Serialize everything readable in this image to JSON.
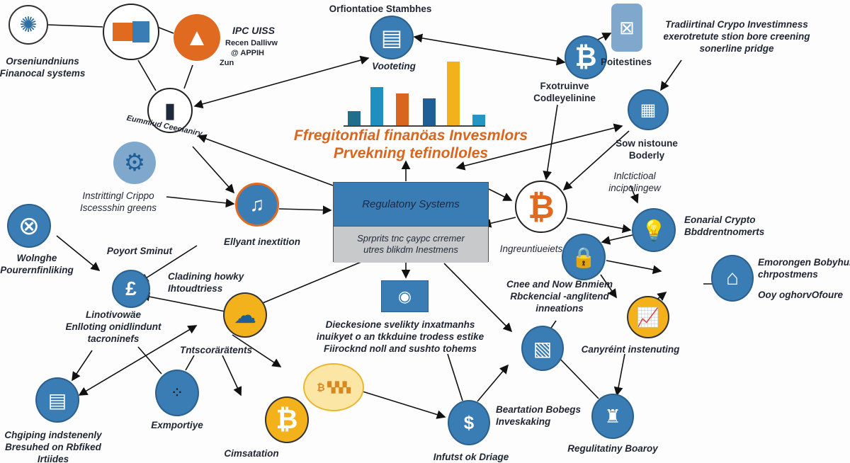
{
  "title": {
    "line1": "Ffregitonfial finanöas Invesmlors",
    "line2": "Prvekning tefinolloles",
    "color": "#d9661f"
  },
  "central_box": {
    "title": "Regulatony Systems",
    "body_line1": "Sprprits tnc çaypc crremer",
    "body_line2": "utres blikdm Inestmens",
    "top_color": "#3a7cb4",
    "bottom_color": "#c8c9cb"
  },
  "bar_chart": {
    "colors": [
      "#1f6f8b",
      "#1f8fc0",
      "#d9661f",
      "#1d5f96",
      "#f3b21b",
      "#2496c4"
    ],
    "relative_heights": [
      0.22,
      0.6,
      0.5,
      0.42,
      1.0,
      0.17
    ]
  },
  "labels": {
    "financial_systems": [
      "Orseniundniuns",
      "Finanocal systems"
    ],
    "ipc": "IPC UISS",
    "ipc_sub": [
      "Recen Dallivw",
      "@   APPIH",
      "Zun"
    ],
    "map_node": "Eummiud Ceeclaniry",
    "orientation": "Orfiontatioe Stambhes",
    "vooteting": "Vooteting",
    "instritting": [
      "Instrittingl Crippo",
      "Iscessshin greens"
    ],
    "ellyant": "Ellyant inextition",
    "wolnghe": [
      "Wolnghe",
      "Pourernfinliking"
    ],
    "poyort": "Poyort Sminut",
    "linotivowae": [
      "Linotivowäe",
      "Enlloting onidlindunt",
      "tacroninefs"
    ],
    "cladining": [
      "Cladining howky",
      "Ihtoudtriess"
    ],
    "tntscor": "Tntscorärätents",
    "chgiping": [
      "Chgiping indstenenly",
      "Bresuhed on Rbfiked",
      "Irtiides"
    ],
    "exmportiye": "Exmportiye",
    "cimsatation": "Cimsatation",
    "dieckesione": [
      "Dieckesione svelikty inxatmanhs",
      "inuikyet o an tkkduine trodess estike",
      "Fiirocknd noll and sushto tohems"
    ],
    "fxotruinve": [
      "Fxotruinve",
      "Codleyelinine"
    ],
    "poitestines": "Poitestines",
    "traditional": [
      "Tradiirtinal Crypo Investimness",
      "exerotretute stion bore creening",
      "sonerline pridge"
    ],
    "sow": [
      "Sow nistoune",
      "Boderly"
    ],
    "inlctictioal": [
      "Inlctictioal",
      "incipolingew"
    ],
    "eonarial": [
      "Eonarial Crypto",
      "Bbddrentnomerts"
    ],
    "ingreunt": "Ingreuntiueiets",
    "emorongen": [
      "Emorongen Bobyhur",
      "chrpostmens"
    ],
    "ooy": "Ooy oghorvOfoure",
    "cnee": [
      "Cnee and Now Bnmiem",
      "Rbckencial -anglitend",
      "inneations"
    ],
    "canyreint": "Canyréint instenuting",
    "beartation": [
      "Beartation Bobegs",
      "Inveskaking"
    ],
    "infutst": "Infutst ok Driage",
    "regulitatiny": "Regulitatiny Boaroy"
  },
  "icons": [
    "compass-icon",
    "puzzle-document-icon",
    "triangle-icon",
    "map-icon",
    "gear-heart-icon",
    "music-presentation-icon",
    "wheel-icon",
    "pound-icon",
    "cloud-icon",
    "document-icon",
    "molecule-icon",
    "bitcoin-icon",
    "gold-badge-icon",
    "document-list-icon",
    "container-icon",
    "grid-icon",
    "lightbulb-icon",
    "lock-icon",
    "house-icon",
    "growth-chart-icon",
    "image-icon",
    "dollar-search-icon",
    "trophy-icon",
    "camera-icon"
  ]
}
